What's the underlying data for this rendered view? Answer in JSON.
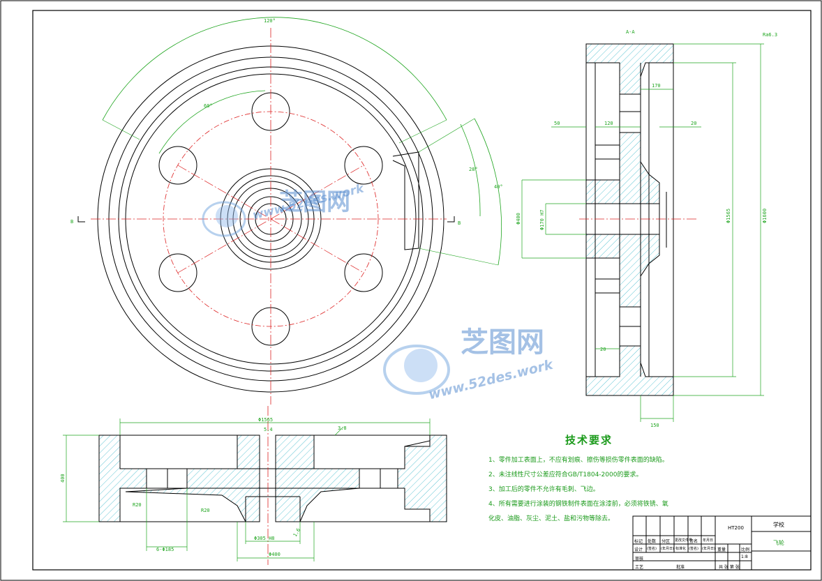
{
  "dimensions": {
    "front": {
      "angle_top": "120°",
      "angle_inner": "60°",
      "angle_right_small": "28°",
      "angle_right_large": "40°",
      "section_left": "B",
      "section_right": "B"
    },
    "side": {
      "section": "A-A",
      "surface": "Ra6.3",
      "d_outer": "Φ1600",
      "d_mid": "Φ1565",
      "d_hub": "Φ400",
      "d_bore": "Φ170 H7",
      "w_top": "170",
      "w_left": "50",
      "w_mid": "120",
      "w_right": "20",
      "w_bottom": "150",
      "w_low": "20"
    },
    "bottom": {
      "overall": "Φ1565",
      "height": "400",
      "r_left": "R20",
      "r_mid": "R20",
      "holes": "6-Φ185",
      "bore": "Φ305 H8",
      "hub": "Φ400",
      "label_top": "5.4",
      "label_right": "3.8",
      "tol": "1.6"
    }
  },
  "technical_requirements": {
    "title": "技术要求",
    "items": [
      "1、零件加工表面上，不应有划痕、擦伤等损伤零件表面的缺陷。",
      "2、未注线性尺寸公差应符合GB/T1804-2000的要求。",
      "3、加工后的零件不允许有毛刺、飞边。",
      "4、所有需要进行涂装的钢铁制件表面在涂漆前，必须将铁锈、氧",
      "化皮、油脂、灰尘、泥土、盐和污物等除去。"
    ]
  },
  "title_block": {
    "material": "HT200",
    "org": "学校",
    "part_name": "飞轮",
    "scale": "1:8",
    "row1": [
      "标记",
      "处数",
      "分区",
      "更改文件号",
      "签名",
      "年月日"
    ],
    "row2": [
      "设计",
      "(签名)",
      "(年月日)",
      "标准化",
      "(签名)",
      "(年月日)"
    ],
    "weight": "重量",
    "ratio": "比例",
    "review": "审核",
    "process": "工艺",
    "approve": "批准",
    "sheets": "共 张 第 张"
  },
  "watermark": {
    "brand": "芝图网",
    "url": "www.52des.work"
  }
}
